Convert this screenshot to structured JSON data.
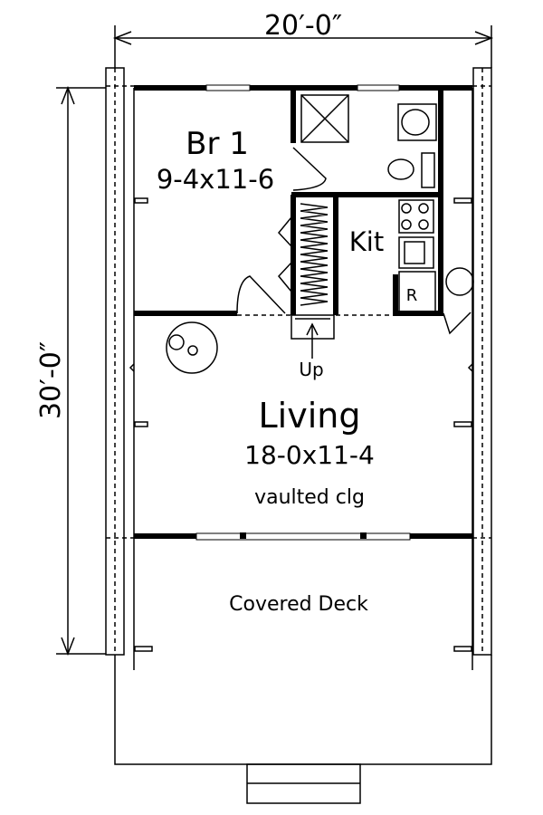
{
  "dimensions": {
    "width": "20′-0″",
    "depth": "30′-0″"
  },
  "rooms": {
    "bedroom": {
      "name": "Br 1",
      "size": "9-4x11-6"
    },
    "kitchen": {
      "name": "Kit",
      "fridge": "R"
    },
    "stairs": {
      "label": "Up"
    },
    "living": {
      "name": "Living",
      "size": "18-0x11-4",
      "note": "vaulted clg"
    },
    "deck": {
      "name": "Covered Deck"
    }
  }
}
